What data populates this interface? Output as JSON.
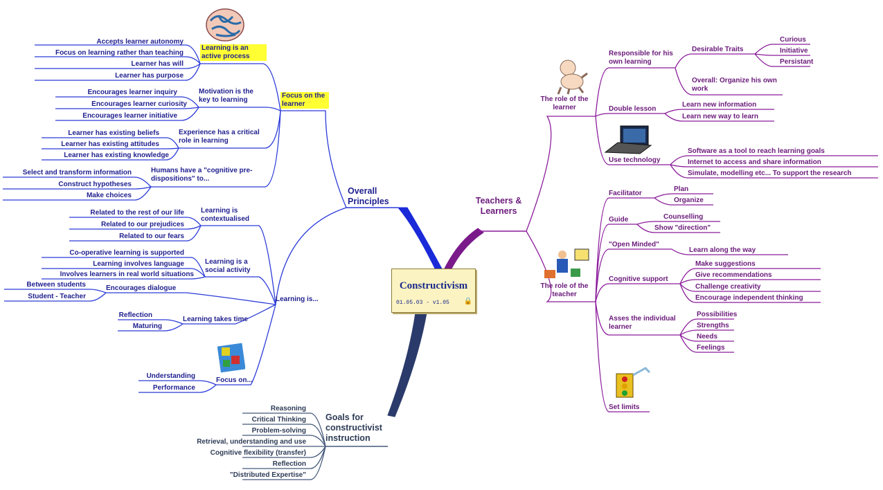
{
  "center": {
    "title": "Constructivism",
    "subtitle": "01.05.03 - v1.05"
  },
  "left": {
    "overall_principles": "Overall Principles",
    "focus_on_learner": "Focus on the learner",
    "learning_active": "Learning is an active process",
    "la_items": [
      "Accepts learner autonomy",
      "Focus on learning rather than teaching",
      "Learner has will",
      "Learner has purpose"
    ],
    "motivation": "Motivation is the key to learning",
    "mot_items": [
      "Encourages learner inquiry",
      "Encourages learner curiosity",
      "Encourages learner initiative"
    ],
    "experience": "Experience has a critical role in learning",
    "exp_items": [
      "Learner has existing beliefs",
      "Learner has existing attitudes",
      "Learner has existing knowledge"
    ],
    "humans": "Humans have a \"cognitive pre-dispositions\" to...",
    "hum_items": [
      "Select and transform information",
      "Construct hypotheses",
      "Make choices"
    ],
    "learning_is": "Learning is...",
    "contextualised": "Learning is contextualised",
    "ctx_items": [
      "Related to the rest of our life",
      "Related to our prejudices",
      "Related to our fears"
    ],
    "social": "Learning is a social activity",
    "soc_items": [
      "Co-operative learning is supported",
      "Learning involves language",
      "Involves learners in real world situations"
    ],
    "dialogue": "Encourages dialogue",
    "dia_items": [
      "Between students",
      "Student - Teacher"
    ],
    "takes_time": "Learning takes time",
    "time_items": [
      "Reflection",
      "Maturing"
    ],
    "focus_on": "Focus on...",
    "fo_items": [
      "Understanding",
      "Performance"
    ]
  },
  "goals": {
    "title": "Goals for constructivist instruction",
    "items": [
      "Reasoning",
      "Critical Thinking",
      "Problem-solving",
      "Retrieval, understanding and use",
      "Cognitive flexibility (transfer)",
      "Reflection",
      "\"Distributed Expertise\""
    ]
  },
  "right": {
    "teachers_learners": "Teachers & Learners",
    "role_learner": "The role of the learner",
    "responsible": "Responsible for his own learning",
    "desirable": "Desirable Traits",
    "traits": [
      "Curious",
      "Initiative",
      "Persistant"
    ],
    "organize": "Overall: Organize his own work",
    "double": "Double lesson",
    "double_items": [
      "Learn new information",
      "Learn new way to learn"
    ],
    "use_tech": "Use technology",
    "tech_items": [
      "Software as a tool to reach learning goals",
      "Internet to access and share information",
      "Simulate, modelling etc... To support the research"
    ],
    "role_teacher": "The role of the teacher",
    "facilitator": "Facilitator",
    "fac_items": [
      "Plan",
      "Organize"
    ],
    "guide": "Guide",
    "guide_items": [
      "Counselling",
      "Show \"direction\""
    ],
    "open_minded": "\"Open Minded\"",
    "om_items": [
      "Learn along the way"
    ],
    "cognitive": "Cognitive support",
    "cog_items": [
      "Make suggestions",
      "Give recommendations",
      "Challenge creativity",
      "Encourage independent thinking"
    ],
    "assess": "Asses the individual learner",
    "assess_items": [
      "Possibilities",
      "Strengths",
      "Needs",
      "Feelings"
    ],
    "limits": "Set limits"
  }
}
